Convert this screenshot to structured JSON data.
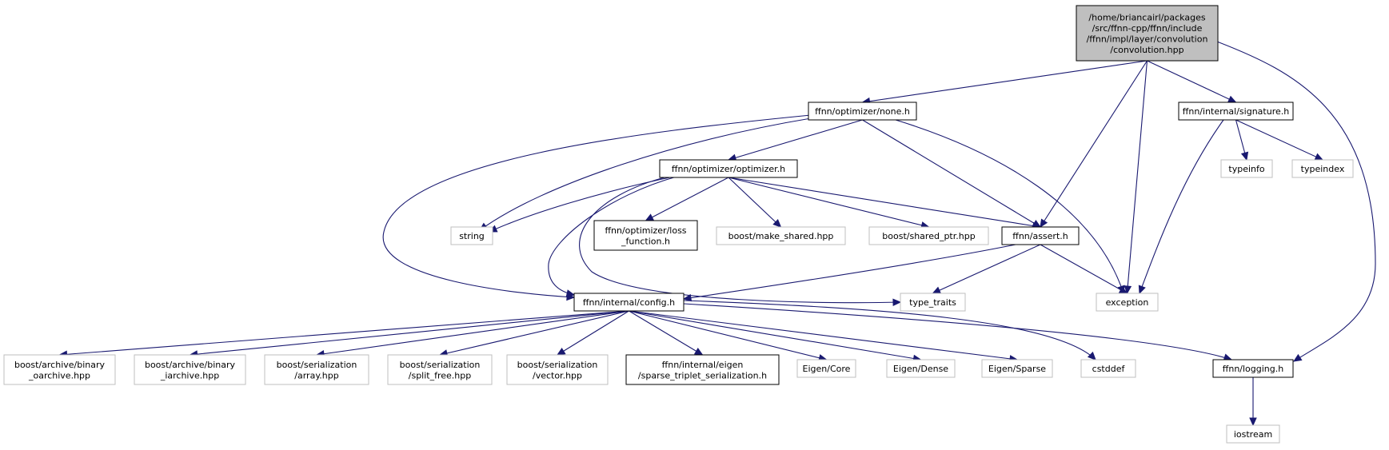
{
  "nodes": {
    "root": {
      "lines": [
        "/home/briancairl/packages",
        "/src/ffnn-cpp/ffnn/include",
        "/ffnn/impl/layer/convolution",
        "/convolution.hpp"
      ],
      "kind": "root"
    },
    "none": {
      "lines": [
        "ffnn/optimizer/none.h"
      ],
      "kind": "local"
    },
    "signature": {
      "lines": [
        "ffnn/internal/signature.h"
      ],
      "kind": "local"
    },
    "typeinfo": {
      "lines": [
        "typeinfo"
      ],
      "kind": "ext"
    },
    "typeindex": {
      "lines": [
        "typeindex"
      ],
      "kind": "ext"
    },
    "optimizer": {
      "lines": [
        "ffnn/optimizer/optimizer.h"
      ],
      "kind": "local"
    },
    "string": {
      "lines": [
        "string"
      ],
      "kind": "ext"
    },
    "loss": {
      "lines": [
        "ffnn/optimizer/loss",
        "_function.h"
      ],
      "kind": "local"
    },
    "make_shared": {
      "lines": [
        "boost/make_shared.hpp"
      ],
      "kind": "ext"
    },
    "shared_ptr": {
      "lines": [
        "boost/shared_ptr.hpp"
      ],
      "kind": "ext"
    },
    "assert": {
      "lines": [
        "ffnn/assert.h"
      ],
      "kind": "local"
    },
    "config": {
      "lines": [
        "ffnn/internal/config.h"
      ],
      "kind": "local"
    },
    "type_traits": {
      "lines": [
        "type_traits"
      ],
      "kind": "ext"
    },
    "exception": {
      "lines": [
        "exception"
      ],
      "kind": "ext"
    },
    "bin_oarchive": {
      "lines": [
        "boost/archive/binary",
        "_oarchive.hpp"
      ],
      "kind": "ext"
    },
    "bin_iarchive": {
      "lines": [
        "boost/archive/binary",
        "_iarchive.hpp"
      ],
      "kind": "ext"
    },
    "ser_array": {
      "lines": [
        "boost/serialization",
        "/array.hpp"
      ],
      "kind": "ext"
    },
    "ser_split": {
      "lines": [
        "boost/serialization",
        "/split_free.hpp"
      ],
      "kind": "ext"
    },
    "ser_vector": {
      "lines": [
        "boost/serialization",
        "/vector.hpp"
      ],
      "kind": "ext"
    },
    "eigen_triplet": {
      "lines": [
        "ffnn/internal/eigen",
        "/sparse_triplet_serialization.h"
      ],
      "kind": "local"
    },
    "eigen_core": {
      "lines": [
        "Eigen/Core"
      ],
      "kind": "ext"
    },
    "eigen_dense": {
      "lines": [
        "Eigen/Dense"
      ],
      "kind": "ext"
    },
    "eigen_sparse": {
      "lines": [
        "Eigen/Sparse"
      ],
      "kind": "ext"
    },
    "cstddef": {
      "lines": [
        "cstddef"
      ],
      "kind": "ext"
    },
    "logging": {
      "lines": [
        "ffnn/logging.h"
      ],
      "kind": "local"
    },
    "iostream": {
      "lines": [
        "iostream"
      ],
      "kind": "ext"
    }
  },
  "edges": [
    [
      "root",
      "none"
    ],
    [
      "root",
      "assert"
    ],
    [
      "root",
      "exception"
    ],
    [
      "root",
      "signature"
    ],
    [
      "root",
      "logging"
    ],
    [
      "none",
      "optimizer"
    ],
    [
      "none",
      "string"
    ],
    [
      "none",
      "config"
    ],
    [
      "none",
      "assert"
    ],
    [
      "none",
      "exception"
    ],
    [
      "signature",
      "typeinfo"
    ],
    [
      "signature",
      "typeindex"
    ],
    [
      "signature",
      "exception"
    ],
    [
      "optimizer",
      "string"
    ],
    [
      "optimizer",
      "loss"
    ],
    [
      "optimizer",
      "make_shared"
    ],
    [
      "optimizer",
      "shared_ptr"
    ],
    [
      "optimizer",
      "assert"
    ],
    [
      "optimizer",
      "config"
    ],
    [
      "optimizer",
      "type_traits"
    ],
    [
      "assert",
      "config"
    ],
    [
      "assert",
      "type_traits"
    ],
    [
      "assert",
      "exception"
    ],
    [
      "config",
      "bin_oarchive"
    ],
    [
      "config",
      "bin_iarchive"
    ],
    [
      "config",
      "ser_array"
    ],
    [
      "config",
      "ser_split"
    ],
    [
      "config",
      "ser_vector"
    ],
    [
      "config",
      "eigen_triplet"
    ],
    [
      "config",
      "eigen_core"
    ],
    [
      "config",
      "eigen_dense"
    ],
    [
      "config",
      "eigen_sparse"
    ],
    [
      "config",
      "cstddef"
    ],
    [
      "config",
      "logging"
    ],
    [
      "logging",
      "iostream"
    ]
  ],
  "colors": {
    "edge": "#191970",
    "root_fill": "#bfbfbf",
    "external_border": "#bfbfbf",
    "local_border": "#000000"
  }
}
